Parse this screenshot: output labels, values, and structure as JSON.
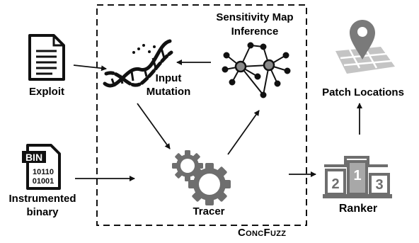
{
  "nodes": {
    "exploit": {
      "label": "Exploit",
      "icon": "document-icon"
    },
    "instrumented_binary": {
      "label_line1": "Instrumented",
      "label_line2": "binary",
      "icon_badge": "BIN",
      "icon_line1": "10110",
      "icon_line2": "01001"
    },
    "input_mutation": {
      "label_line1": "Input",
      "label_line2": "Mutation",
      "icon": "dna-icon"
    },
    "sensitivity_map": {
      "label_line1": "Sensitivity Map",
      "label_line2": "Inference",
      "icon": "network-graph-icon"
    },
    "tracer": {
      "label": "Tracer",
      "icon": "gears-icon"
    },
    "ranker": {
      "label": "Ranker",
      "icon": "podium-icon",
      "ranks": [
        "2",
        "1",
        "3"
      ]
    },
    "patch_locations": {
      "label": "Patch Locations",
      "icon": "map-pin-icon"
    }
  },
  "system": {
    "name_big_c": "C",
    "name_small_1": "ONC",
    "name_big_f": "F",
    "name_small_2": "UZZ"
  },
  "colors": {
    "box": "#111111",
    "gray": "#a8a8a8",
    "dark_gray": "#6e6e6e",
    "node_gray": "#8a8a8a"
  }
}
